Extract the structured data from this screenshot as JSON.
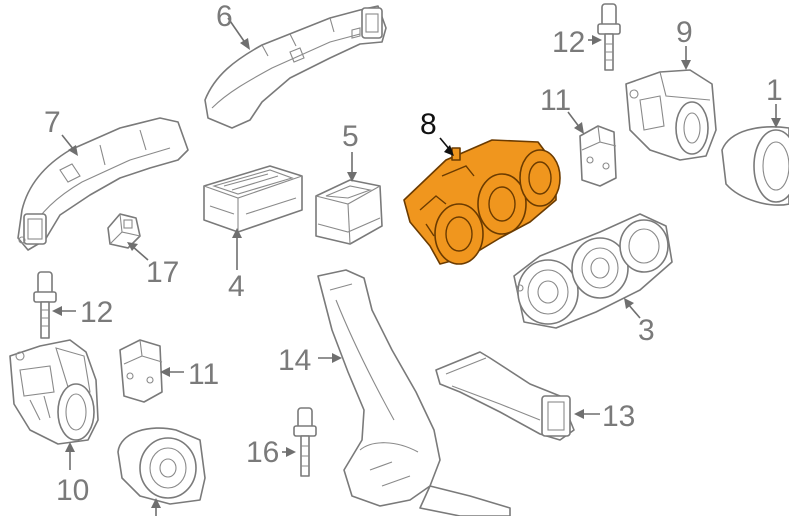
{
  "diagram": {
    "accent_color": "#F0961E",
    "accent_stroke": "#6b3b00",
    "callouts": {
      "c1": "1",
      "c3": "3",
      "c4": "4",
      "c5": "5",
      "c6": "6",
      "c7": "7",
      "c8": "8",
      "c9": "9",
      "c10": "10",
      "c11a": "11",
      "c11b": "11",
      "c12a": "12",
      "c12b": "12",
      "c13": "13",
      "c14": "14",
      "c16": "16",
      "c17": "17"
    }
  }
}
